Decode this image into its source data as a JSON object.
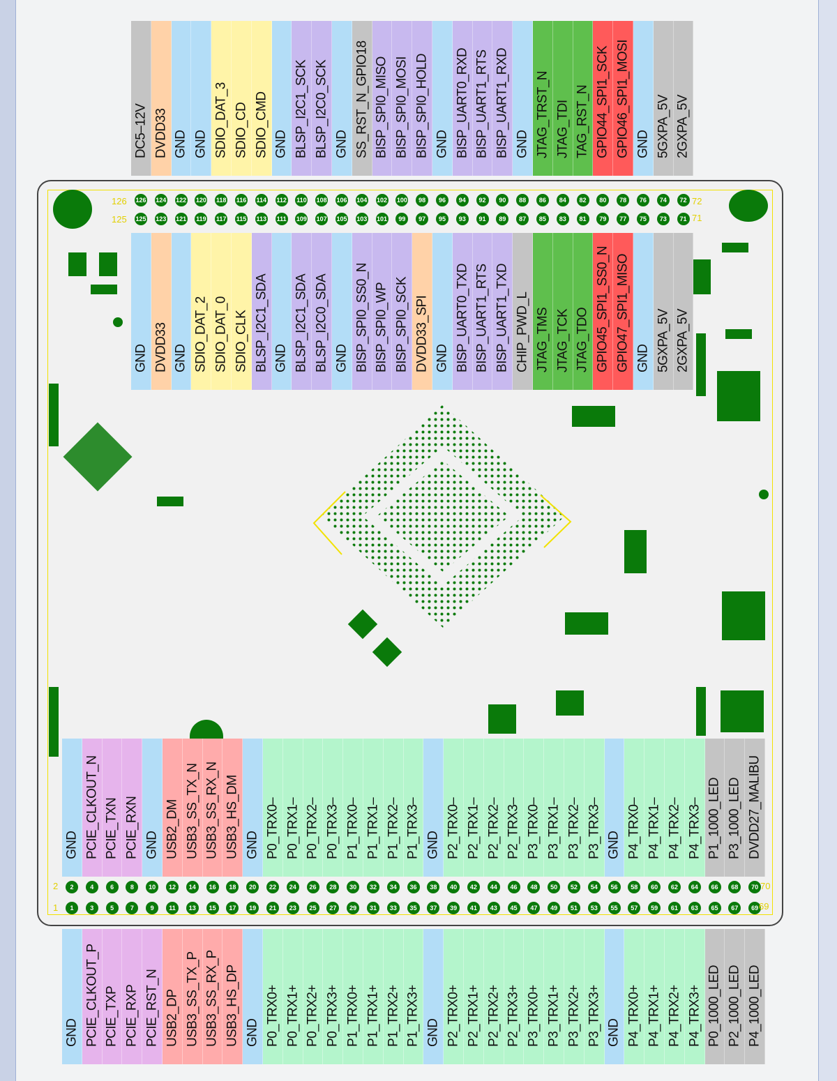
{
  "colors": {
    "GND": "#b3ddf7",
    "PWR": "#ffd2a8",
    "SDIO": "#fff4a8",
    "BLSP": "#c8b9ef",
    "GRAY": "#c4c4c4",
    "JTAG": "#5fbf4d",
    "SPI1": "#ff5a5a",
    "PCIE": "#e6b4ec",
    "USB": "#ffabab",
    "ETH": "#b4f5cc"
  },
  "top_outer": [
    {
      "label": "DC5–12V",
      "color": "GRAY"
    },
    {
      "label": "DVDD33",
      "color": "PWR"
    },
    {
      "label": "GND",
      "color": "GND"
    },
    {
      "label": "GND",
      "color": "GND"
    },
    {
      "label": "SDIO_DAT_3",
      "color": "SDIO"
    },
    {
      "label": "SDIO_CD",
      "color": "SDIO"
    },
    {
      "label": "SDIO_CMD",
      "color": "SDIO"
    },
    {
      "label": "GND",
      "color": "GND"
    },
    {
      "label": "BLSP_I2C1_SCK",
      "color": "BLSP"
    },
    {
      "label": "BLSP_I2C0_SCK",
      "color": "BLSP"
    },
    {
      "label": "GND",
      "color": "GND"
    },
    {
      "label": "SS_RST_N_GPIO18",
      "color": "GRAY"
    },
    {
      "label": "BISP_SPI0_MISO",
      "color": "BLSP"
    },
    {
      "label": "BISP_SPI0_MOSI",
      "color": "BLSP"
    },
    {
      "label": "BISP_SPI0_HOLD",
      "color": "BLSP"
    },
    {
      "label": "GND",
      "color": "GND"
    },
    {
      "label": "BISP_UART0_RXD",
      "color": "BLSP"
    },
    {
      "label": "BISP_UART1_RTS",
      "color": "BLSP"
    },
    {
      "label": "BISP_UART1_RXD",
      "color": "BLSP"
    },
    {
      "label": "GND",
      "color": "GND"
    },
    {
      "label": "JTAG_TRST_N",
      "color": "JTAG"
    },
    {
      "label": "JTAG_TDI",
      "color": "JTAG"
    },
    {
      "label": "TAG_RST_N",
      "color": "JTAG"
    },
    {
      "label": "GPIO44_SPI1_SCK",
      "color": "SPI1"
    },
    {
      "label": "GPIO46_SPI1_MOSI",
      "color": "SPI1"
    },
    {
      "label": "GND",
      "color": "GND"
    },
    {
      "label": "5GXPA_5V",
      "color": "GRAY"
    },
    {
      "label": "2GXPA_5V",
      "color": "GRAY"
    }
  ],
  "top_inner": [
    {
      "label": "GND",
      "color": "GND"
    },
    {
      "label": "DVDD33",
      "color": "PWR"
    },
    {
      "label": "GND",
      "color": "GND"
    },
    {
      "label": "SDIO_DAT_2",
      "color": "SDIO"
    },
    {
      "label": "SDIO_DAT_0",
      "color": "SDIO"
    },
    {
      "label": "SDIO_CLK",
      "color": "SDIO"
    },
    {
      "label": "BLSP_I2C1_SDA",
      "color": "BLSP"
    },
    {
      "label": "GND",
      "color": "GND"
    },
    {
      "label": "BLSP_I2C1_SDA",
      "color": "BLSP"
    },
    {
      "label": "BLSP_I2C0_SDA",
      "color": "BLSP"
    },
    {
      "label": "GND",
      "color": "GND"
    },
    {
      "label": "BISP_SPI0_SS0_N",
      "color": "BLSP"
    },
    {
      "label": "BISP_SPI0_WP",
      "color": "BLSP"
    },
    {
      "label": "BISP_SPI0_SCK",
      "color": "BLSP"
    },
    {
      "label": "DVDD33_SPI",
      "color": "PWR"
    },
    {
      "label": "GND",
      "color": "GND"
    },
    {
      "label": "BISP_UART0_TXD",
      "color": "BLSP"
    },
    {
      "label": "BISP_UART1_RTS",
      "color": "BLSP"
    },
    {
      "label": "BISP_UART1_TXD",
      "color": "BLSP"
    },
    {
      "label": "CHIP_PWD_L",
      "color": "GRAY"
    },
    {
      "label": "JTAG_TMS",
      "color": "JTAG"
    },
    {
      "label": "JTAG_TCK",
      "color": "JTAG"
    },
    {
      "label": "JTAG_TDO",
      "color": "JTAG"
    },
    {
      "label": "GPIO45_SPI1_SS0_N",
      "color": "SPI1"
    },
    {
      "label": "GPIO47_SPI1_MISO",
      "color": "SPI1"
    },
    {
      "label": "GND",
      "color": "GND"
    },
    {
      "label": "5GXPA_5V",
      "color": "GRAY"
    },
    {
      "label": "2GXPA_5V",
      "color": "GRAY"
    }
  ],
  "bottom_inner": [
    {
      "label": "GND",
      "color": "GND"
    },
    {
      "label": "PCIE_CLKOUT_N",
      "color": "PCIE"
    },
    {
      "label": "PCIE_TXN",
      "color": "PCIE"
    },
    {
      "label": "PCIE_RXN",
      "color": "PCIE"
    },
    {
      "label": "GND",
      "color": "GND"
    },
    {
      "label": "USB2_DM",
      "color": "USB"
    },
    {
      "label": "USB3_SS_TX_N",
      "color": "USB"
    },
    {
      "label": "USB3_SS_RX_N",
      "color": "USB"
    },
    {
      "label": "USB3_HS_DM",
      "color": "USB"
    },
    {
      "label": "GND",
      "color": "GND"
    },
    {
      "label": "P0_TRX0–",
      "color": "ETH"
    },
    {
      "label": "P0_TRX1–",
      "color": "ETH"
    },
    {
      "label": "P0_TRX2–",
      "color": "ETH"
    },
    {
      "label": "P0_TRX3–",
      "color": "ETH"
    },
    {
      "label": "P1_TRX0–",
      "color": "ETH"
    },
    {
      "label": "P1_TRX1–",
      "color": "ETH"
    },
    {
      "label": "P1_TRX2–",
      "color": "ETH"
    },
    {
      "label": "P1_TRX3–",
      "color": "ETH"
    },
    {
      "label": "GND",
      "color": "GND"
    },
    {
      "label": "P2_TRX0–",
      "color": "ETH"
    },
    {
      "label": "P2_TRX1–",
      "color": "ETH"
    },
    {
      "label": "P2_TRX2–",
      "color": "ETH"
    },
    {
      "label": "P2_TRX3–",
      "color": "ETH"
    },
    {
      "label": "P3_TRX0–",
      "color": "ETH"
    },
    {
      "label": "P3_TRX1–",
      "color": "ETH"
    },
    {
      "label": "P3_TRX2–",
      "color": "ETH"
    },
    {
      "label": "P3_TRX3–",
      "color": "ETH"
    },
    {
      "label": "GND",
      "color": "GND"
    },
    {
      "label": "P4_TRX0–",
      "color": "ETH"
    },
    {
      "label": "P4_TRX1–",
      "color": "ETH"
    },
    {
      "label": "P4_TRX2–",
      "color": "ETH"
    },
    {
      "label": "P4_TRX3–",
      "color": "ETH"
    },
    {
      "label": "P1_1000_LED",
      "color": "GRAY"
    },
    {
      "label": "P3_1000_LED",
      "color": "GRAY"
    },
    {
      "label": "DVDD27_MALIBU",
      "color": "GRAY"
    }
  ],
  "bottom_outer": [
    {
      "label": "GND",
      "color": "GND"
    },
    {
      "label": "PCIE_CLKOUT_P",
      "color": "PCIE"
    },
    {
      "label": "PCIE_TXP",
      "color": "PCIE"
    },
    {
      "label": "PCIE_RXP",
      "color": "PCIE"
    },
    {
      "label": "PCIE_RST_N",
      "color": "PCIE"
    },
    {
      "label": "USB2_DP",
      "color": "USB"
    },
    {
      "label": "USB3_SS_TX_P",
      "color": "USB"
    },
    {
      "label": "USB3_SS_RX_P",
      "color": "USB"
    },
    {
      "label": "USB3_HS_DP",
      "color": "USB"
    },
    {
      "label": "GND",
      "color": "GND"
    },
    {
      "label": "P0_TRX0+",
      "color": "ETH"
    },
    {
      "label": "P0_TRX1+",
      "color": "ETH"
    },
    {
      "label": "P0_TRX2+",
      "color": "ETH"
    },
    {
      "label": "P0_TRX3+",
      "color": "ETH"
    },
    {
      "label": "P1_TRX0+",
      "color": "ETH"
    },
    {
      "label": "P1_TRX1+",
      "color": "ETH"
    },
    {
      "label": "P1_TRX2+",
      "color": "ETH"
    },
    {
      "label": "P1_TRX3+",
      "color": "ETH"
    },
    {
      "label": "GND",
      "color": "GND"
    },
    {
      "label": "P2_TRX0+",
      "color": "ETH"
    },
    {
      "label": "P2_TRX1+",
      "color": "ETH"
    },
    {
      "label": "P2_TRX2+",
      "color": "ETH"
    },
    {
      "label": "P2_TRX3+",
      "color": "ETH"
    },
    {
      "label": "P3_TRX0+",
      "color": "ETH"
    },
    {
      "label": "P3_TRX1+",
      "color": "ETH"
    },
    {
      "label": "P3_TRX2+",
      "color": "ETH"
    },
    {
      "label": "P3_TRX3+",
      "color": "ETH"
    },
    {
      "label": "GND",
      "color": "GND"
    },
    {
      "label": "P4_TRX0+",
      "color": "ETH"
    },
    {
      "label": "P4_TRX1+",
      "color": "ETH"
    },
    {
      "label": "P4_TRX2+",
      "color": "ETH"
    },
    {
      "label": "P4_TRX3+",
      "color": "ETH"
    },
    {
      "label": "P0_1000_LED",
      "color": "GRAY"
    },
    {
      "label": "P2_1000_LED",
      "color": "GRAY"
    },
    {
      "label": "P4_1000_LED",
      "color": "GRAY"
    }
  ],
  "pin_numbers": {
    "top_even": [
      "126",
      "124",
      "122",
      "120",
      "118",
      "116",
      "114",
      "112",
      "110",
      "108",
      "106",
      "104",
      "102",
      "100",
      "98",
      "96",
      "94",
      "92",
      "90",
      "88",
      "86",
      "84",
      "82",
      "80",
      "78",
      "76",
      "74",
      "72"
    ],
    "top_odd": [
      "125",
      "123",
      "121",
      "119",
      "117",
      "115",
      "113",
      "111",
      "109",
      "107",
      "105",
      "103",
      "101",
      "99",
      "97",
      "95",
      "93",
      "91",
      "89",
      "87",
      "85",
      "83",
      "81",
      "79",
      "77",
      "75",
      "73",
      "71"
    ],
    "bottom_even": [
      "2",
      "4",
      "6",
      "8",
      "10",
      "12",
      "14",
      "16",
      "18",
      "20",
      "22",
      "24",
      "26",
      "28",
      "30",
      "32",
      "34",
      "36",
      "38",
      "40",
      "42",
      "44",
      "46",
      "48",
      "50",
      "52",
      "54",
      "56",
      "58",
      "60",
      "62",
      "64",
      "66",
      "68",
      "70"
    ],
    "bottom_odd": [
      "1",
      "3",
      "5",
      "7",
      "9",
      "11",
      "13",
      "15",
      "17",
      "19",
      "21",
      "23",
      "25",
      "27",
      "29",
      "31",
      "33",
      "35",
      "37",
      "39",
      "41",
      "43",
      "45",
      "47",
      "49",
      "51",
      "53",
      "55",
      "57",
      "59",
      "61",
      "63",
      "65",
      "67",
      "69"
    ]
  },
  "corner_labels": {
    "top_left_even": "126",
    "top_left_odd": "125",
    "top_right_even": "72",
    "top_right_odd": "71",
    "bottom_left_even": "2",
    "bottom_left_odd": "1",
    "bottom_right_even": "70",
    "bottom_right_odd": "69"
  }
}
